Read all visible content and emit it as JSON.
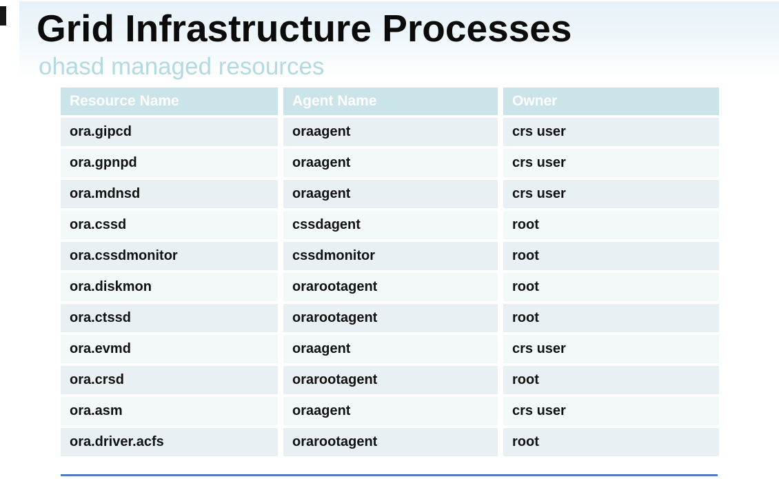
{
  "slide": {
    "title": "Grid Infrastructure Processes",
    "subtitle": "ohasd managed resources"
  },
  "table": {
    "columns": [
      "Resource Name",
      "Agent Name",
      "Owner"
    ],
    "rows": [
      [
        "ora.gipcd",
        "oraagent",
        "crs user"
      ],
      [
        "ora.gpnpd",
        "oraagent",
        "crs user"
      ],
      [
        "ora.mdnsd",
        "oraagent",
        "crs user"
      ],
      [
        "ora.cssd",
        "cssdagent",
        "root"
      ],
      [
        "ora.cssdmonitor",
        "cssdmonitor",
        "root"
      ],
      [
        "ora.diskmon",
        "orarootagent",
        "root"
      ],
      [
        "ora.ctssd",
        "orarootagent",
        "root"
      ],
      [
        "ora.evmd",
        "oraagent",
        "crs user"
      ],
      [
        "ora.crsd",
        "orarootagent",
        "root"
      ],
      [
        "ora.asm",
        "oraagent",
        "crs user"
      ],
      [
        "ora.driver.acfs",
        "orarootagent",
        "root"
      ]
    ]
  },
  "colors": {
    "header_bg": "#cbe4ea",
    "row_odd_bg": "#e9f0f3",
    "row_even_bg": "#f3f8f9",
    "subtitle": "#b3d9e1",
    "accent_line": "#4e7cc0",
    "band_top": "#e6f1f8",
    "band_mid": "#eef6fa"
  }
}
